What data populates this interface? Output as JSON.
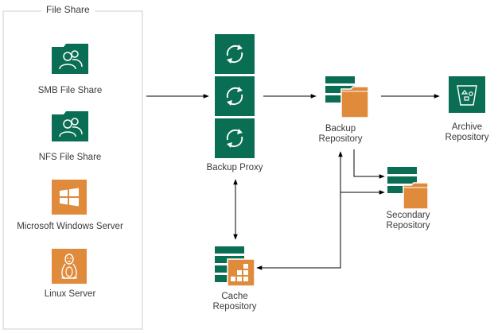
{
  "file_share": {
    "title": "File Share",
    "sources": [
      {
        "label": "SMB File Share",
        "icon": "people-folder-icon"
      },
      {
        "label": "NFS File Share",
        "icon": "people-folder-icon"
      },
      {
        "label": "Microsoft Windows Server",
        "icon": "windows-logo-icon"
      },
      {
        "label": "Linux Server",
        "icon": "linux-penguin-icon"
      }
    ]
  },
  "nodes": {
    "backup_proxy": {
      "label": "Backup Proxy",
      "icon": "refresh-arrows-icon"
    },
    "backup_repository": {
      "label": "Backup Repository",
      "icon": "server-folder-icon"
    },
    "archive_repository": {
      "label": "Archive Repository",
      "icon": "recycle-bin-icon"
    },
    "secondary_repository": {
      "label": "Secondary Repository",
      "icon": "server-folder-icon"
    },
    "cache_repository": {
      "label": "Cache Repository",
      "icon": "server-grid-icon"
    }
  },
  "colors": {
    "green": "#0a6e54",
    "orange": "#e08a3b",
    "frame": "#cccccc",
    "arrow": "#000000"
  }
}
